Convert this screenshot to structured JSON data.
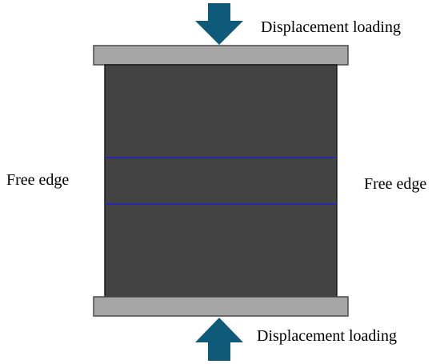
{
  "labels": {
    "top_load": "Displacement loading",
    "bottom_load": "Displacement loading",
    "left_edge": "Free edge",
    "right_edge": "Free edge"
  },
  "colors": {
    "background": "#ffffff",
    "specimen": "#434343",
    "specimen_outline": "#1a1a1a",
    "plate": "#a6a6a6",
    "plate_outline": "#4a4a4a",
    "interface_line": "#1f1fd0",
    "arrow": "#0f5a78"
  },
  "diagram": {
    "specimen_layers": 3,
    "interface_lines": 2,
    "loading_arrows": 2
  }
}
